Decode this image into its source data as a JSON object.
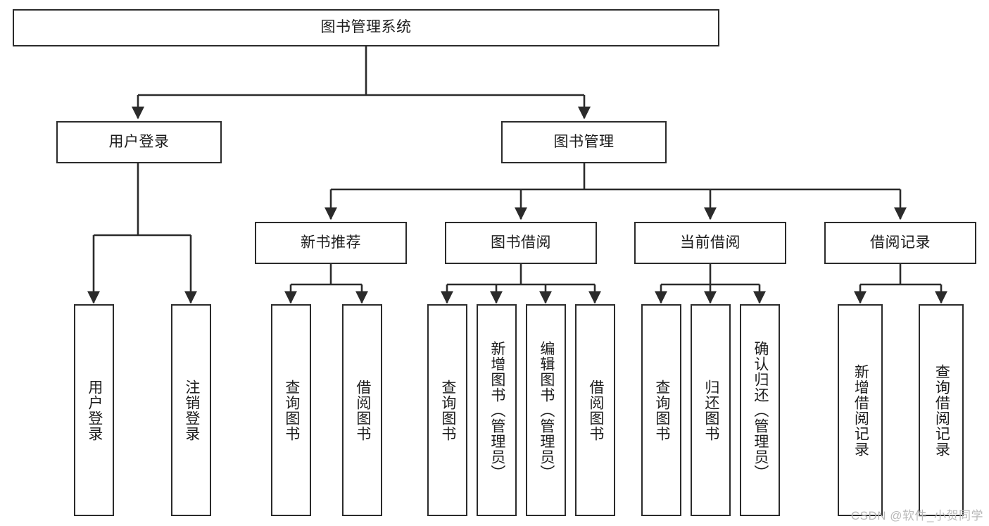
{
  "diagram": {
    "title": "图书管理系统",
    "type": "hierarchy-tree",
    "colors": {
      "stroke": "#2b2b2b",
      "fill": "#ffffff",
      "text": "#1c1c1c",
      "watermark": "#b9b9b9"
    },
    "root": {
      "label": "图书管理系统"
    },
    "level2": [
      {
        "label": "用户登录"
      },
      {
        "label": "图书管理"
      }
    ],
    "level3": [
      {
        "label": "新书推荐"
      },
      {
        "label": "图书借阅"
      },
      {
        "label": "当前借阅"
      },
      {
        "label": "借阅记录"
      }
    ],
    "leaves": {
      "user_login": [
        {
          "label": "用户登录"
        },
        {
          "label": "注销登录"
        }
      ],
      "new_book_recommend": [
        {
          "label": "查询图书"
        },
        {
          "label": "借阅图书"
        }
      ],
      "book_borrow": [
        {
          "label": "查询图书"
        },
        {
          "label": "新增图书（管理员）"
        },
        {
          "label": "编辑图书（管理员）"
        },
        {
          "label": "借阅图书"
        }
      ],
      "current_borrow": [
        {
          "label": "查询图书"
        },
        {
          "label": "归还图书"
        },
        {
          "label": "确认归还（管理员）"
        }
      ],
      "borrow_record": [
        {
          "label": "新增借阅记录"
        },
        {
          "label": "查询借阅记录"
        }
      ]
    }
  },
  "watermark": {
    "text": "CSDN @软件_小贺同学"
  }
}
